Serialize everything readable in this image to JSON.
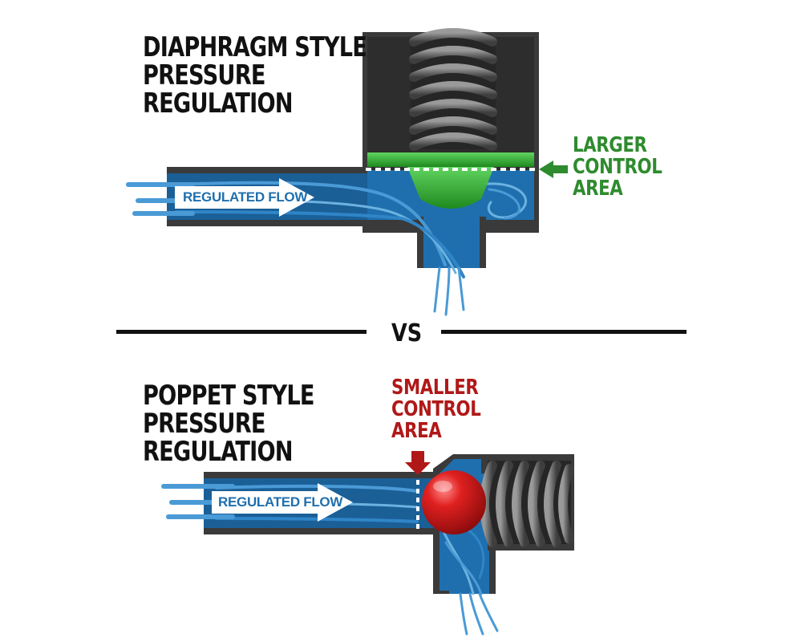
{
  "top": {
    "title_lines": [
      "DIAPHRAGM STYLE",
      "PRESSURE",
      "REGULATION"
    ],
    "flow_label": "REGULATED FLOW",
    "callout_lines": [
      "LARGER",
      "CONTROL",
      "AREA"
    ]
  },
  "separator": {
    "label": "VS"
  },
  "bottom": {
    "title_lines": [
      "POPPET STYLE",
      "PRESSURE",
      "REGULATION"
    ],
    "flow_label": "REGULATED FLOW",
    "callout_lines": [
      "SMALLER",
      "CONTROL",
      "AREA"
    ]
  },
  "colors": {
    "housing": "#3a3a3a",
    "housing_dark": "#2a2a2a",
    "flow_blue": "#1f6fae",
    "flow_light": "#6bb2e0",
    "diaphragm_green": "#2fa82f",
    "callout_green": "#2e8b2e",
    "callout_red": "#b01818",
    "poppet_red": "#d81e1e",
    "spring_gray": "#7a7a7a"
  },
  "icons": [
    "right-arrow-icon",
    "left-arrow-icon",
    "down-arrow-icon",
    "spring-icon",
    "ball-icon"
  ]
}
